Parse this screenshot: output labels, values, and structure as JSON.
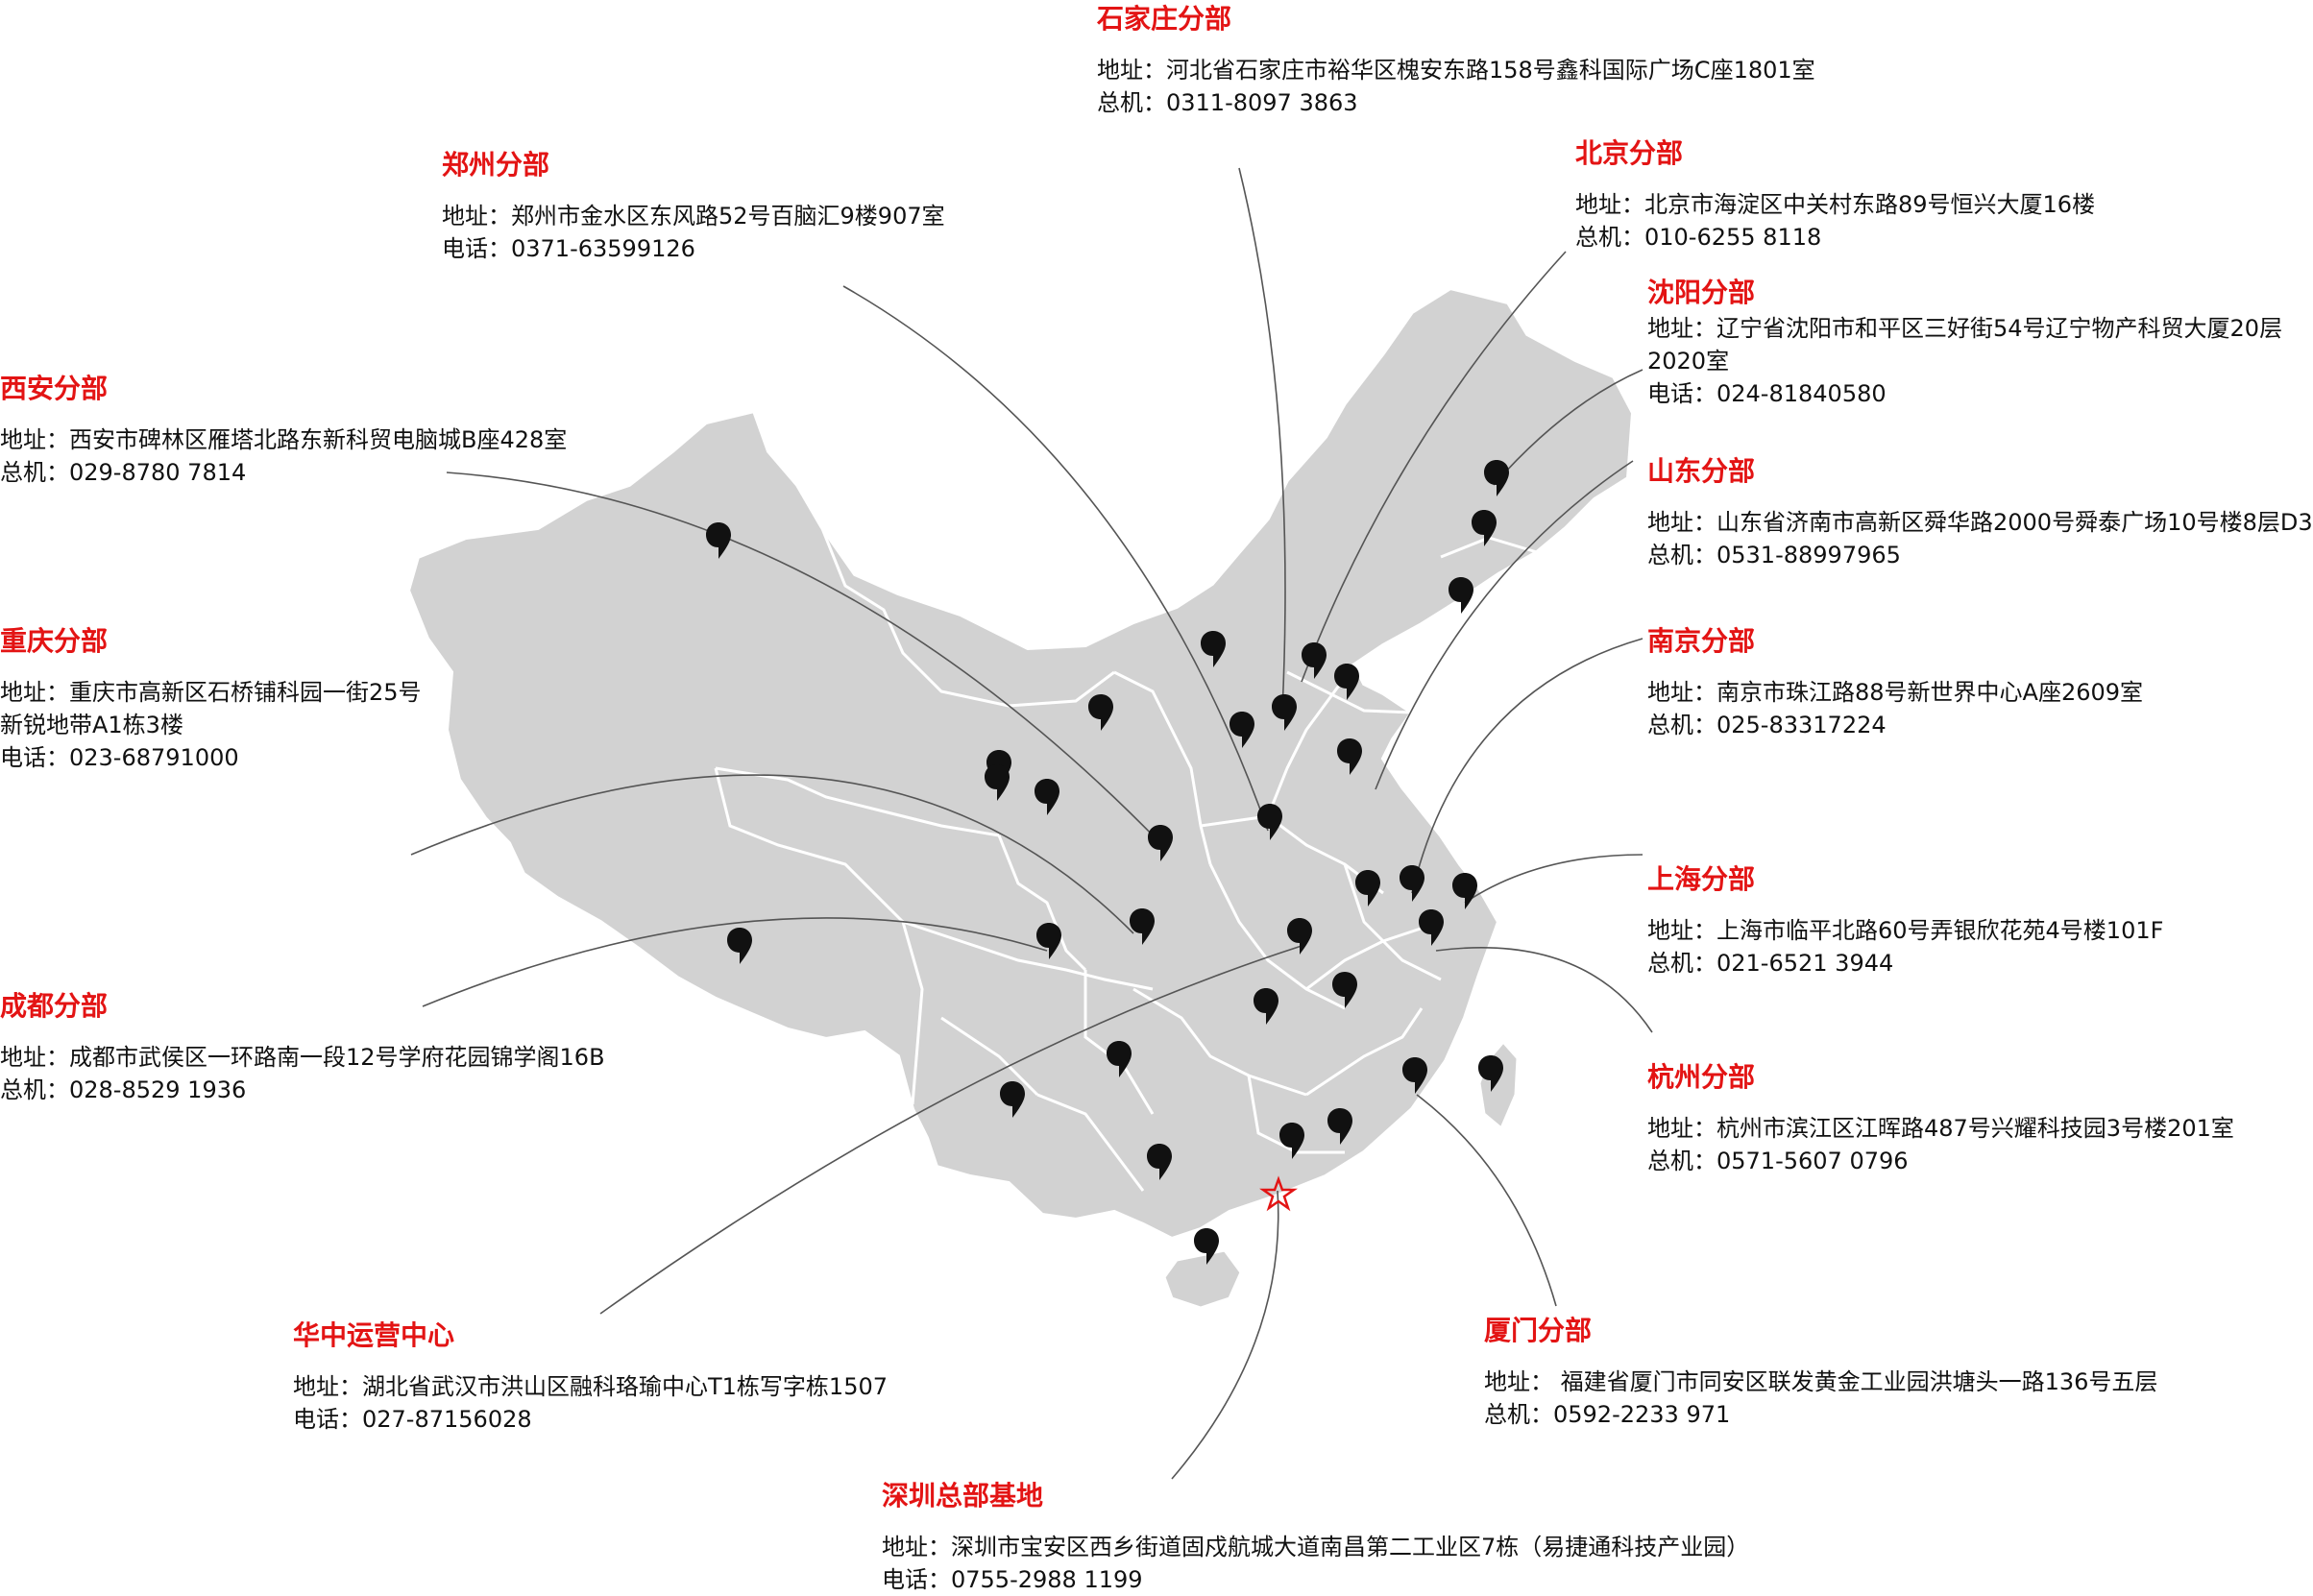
{
  "offices": {
    "shijiazhuang": {
      "name": "石家庄分部",
      "address": "地址：河北省石家庄市裕华区槐安东路158号鑫科国际广场C座1801室",
      "phone": "总机：0311-8097 3863"
    },
    "beijing": {
      "name": "北京分部",
      "address": "地址：北京市海淀区中关村东路89号恒兴大厦16楼",
      "phone": "总机：010-6255 8118"
    },
    "zhengzhou": {
      "name": "郑州分部",
      "address": "地址：郑州市金水区东风路52号百脑汇9楼907室",
      "phone": "电话：0371-63599126"
    },
    "shenyang": {
      "name": "沈阳分部",
      "address": "地址：辽宁省沈阳市和平区三好街54号辽宁物产科贸大厦20层2020室",
      "phone": "电话：024-81840580"
    },
    "xian": {
      "name": "西安分部",
      "address": "地址：西安市碑林区雁塔北路东新科贸电脑城B座428室",
      "phone": "总机：029-8780 7814"
    },
    "shandong": {
      "name": "山东分部",
      "address": "地址：山东省济南市高新区舜华路2000号舜泰广场10号楼8层D3",
      "phone": "总机：0531-88997965"
    },
    "chongqing": {
      "name": "重庆分部",
      "address_line1": "地址：重庆市高新区石桥铺科园一街25号",
      "address_line2": "新锐地带A1栋3楼",
      "phone": "电话：023-68791000"
    },
    "nanjing": {
      "name": "南京分部",
      "address": "地址：南京市珠江路88号新世界中心A座2609室",
      "phone": "总机：025-83317224"
    },
    "shanghai": {
      "name": "上海分部",
      "address": "地址：上海市临平北路60号弄银欣花苑4号楼101F",
      "phone": "总机：021-6521 3944"
    },
    "chengdu": {
      "name": "成都分部",
      "address": "地址：成都市武侯区一环路南一段12号学府花园锦学阁16B",
      "phone": "总机：028-8529 1936"
    },
    "hangzhou": {
      "name": "杭州分部",
      "address": "地址：杭州市滨江区江晖路487号兴耀科技园3号楼201室",
      "phone": "总机：0571-5607 0796"
    },
    "huazhong": {
      "name": "华中运营中心",
      "address": "地址：湖北省武汉市洪山区融科珞瑜中心T1栋写字栋1507",
      "phone": "电话：027-87156028"
    },
    "xiamen": {
      "name": "厦门分部",
      "address": "地址：  福建省厦门市同安区联发黄金工业园洪塘头一路136号五层",
      "phone": "总机：0592-2233 971"
    },
    "shenzhen": {
      "name": "深圳总部基地",
      "address": "地址：深圳市宝安区西乡街道固戍航城大道南昌第二工业区7栋（易捷通科技产业园）",
      "phone": "电话：0755-2988 1199"
    }
  },
  "colors": {
    "office_name": "#e31414",
    "map_fill": "#d2d2d2",
    "map_border": "#ffffff",
    "pin": "#111111",
    "hq_star": "#e31414",
    "connector": "#555555"
  },
  "icons": {
    "pin": "map-pin-icon",
    "headquarters": "star-icon"
  }
}
